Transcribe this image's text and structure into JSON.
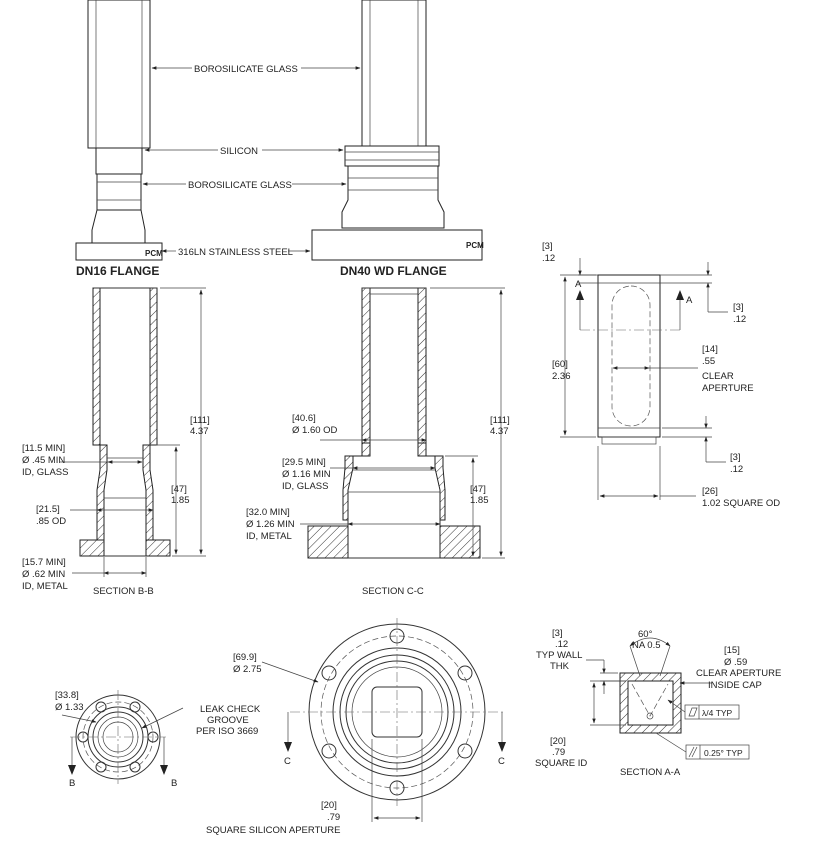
{
  "callouts": {
    "borosilicate_glass_top": "BOROSILICATE GLASS",
    "silicon": "SILICON",
    "borosilicate_glass_mid": "BOROSILICATE GLASS",
    "stainless_steel": "316LN STAINLESS STEEL",
    "logo": "PCM"
  },
  "titles": {
    "dn16": "DN16 FLANGE",
    "dn40": "DN40 WD FLANGE"
  },
  "section_bb": {
    "label": "SECTION B-B",
    "length_mm": "[111]",
    "length_in": "4.37",
    "height_mm": "[47]",
    "height_in": "1.85",
    "glass_id_1": "[11.5 MIN]",
    "glass_id_2": "Ø .45 MIN",
    "glass_id_3": "ID, GLASS",
    "od_1": "[21.5]",
    "od_2": ".85 OD",
    "metal_id_1": "[15.7 MIN]",
    "metal_id_2": "Ø .62 MIN",
    "metal_id_3": "ID, METAL"
  },
  "section_cc": {
    "label": "SECTION C-C",
    "length_mm": "[111]",
    "length_in": "4.37",
    "height_mm": "[47]",
    "height_in": "1.85",
    "od_1": "[40.6]",
    "od_2": "Ø 1.60 OD",
    "glass_id_1": "[29.5 MIN]",
    "glass_id_2": "Ø 1.16 MIN",
    "glass_id_3": "ID, GLASS",
    "metal_id_1": "[32.0 MIN]",
    "metal_id_2": "Ø 1.26 MIN",
    "metal_id_3": "ID, METAL"
  },
  "cap_view": {
    "wall_top_mm": "[3]",
    "wall_top_in": ".12",
    "wall_right_mm": "[3]",
    "wall_right_in": ".12",
    "height_mm": "[60]",
    "height_in": "2.36",
    "aperture_mm": "[14]",
    "aperture_in": ".55",
    "aperture_1": "CLEAR",
    "aperture_2": "APERTURE",
    "bottom_mm": "[3]",
    "bottom_in": ".12",
    "od_mm": "[26]",
    "od_in": "1.02 SQUARE OD",
    "section_letter": "A"
  },
  "dn16_bottom": {
    "bc_mm": "[33.8]",
    "bc_in": "Ø 1.33",
    "groove_1": "LEAK CHECK",
    "groove_2": "GROOVE",
    "groove_3": "PER ISO 3669",
    "section_letter": "B"
  },
  "dn40_bottom": {
    "bc_mm": "[69.9]",
    "bc_in": "Ø 2.75",
    "sq_mm": "[20]",
    "sq_in": ".79",
    "caption": "SQUARE SILICON APERTURE",
    "section_letter": "C"
  },
  "section_aa": {
    "label": "SECTION A-A",
    "wall_mm": "[3]",
    "wall_in": ".12",
    "wall_1": "TYP WALL",
    "wall_2": "THK",
    "angle_1": "60°",
    "angle_2": "NA 0.5",
    "clear_mm": "[15]",
    "clear_in": "Ø .59",
    "clear_1": "CLEAR APERTURE",
    "clear_2": "INSIDE CAP",
    "flatness": "λ/4 TYP",
    "parallel": "0.25° TYP",
    "sq_mm": "[20]",
    "sq_in": ".79",
    "sq_label": "SQUARE ID"
  },
  "colors": {
    "line": "#333333",
    "background": "#ffffff"
  }
}
